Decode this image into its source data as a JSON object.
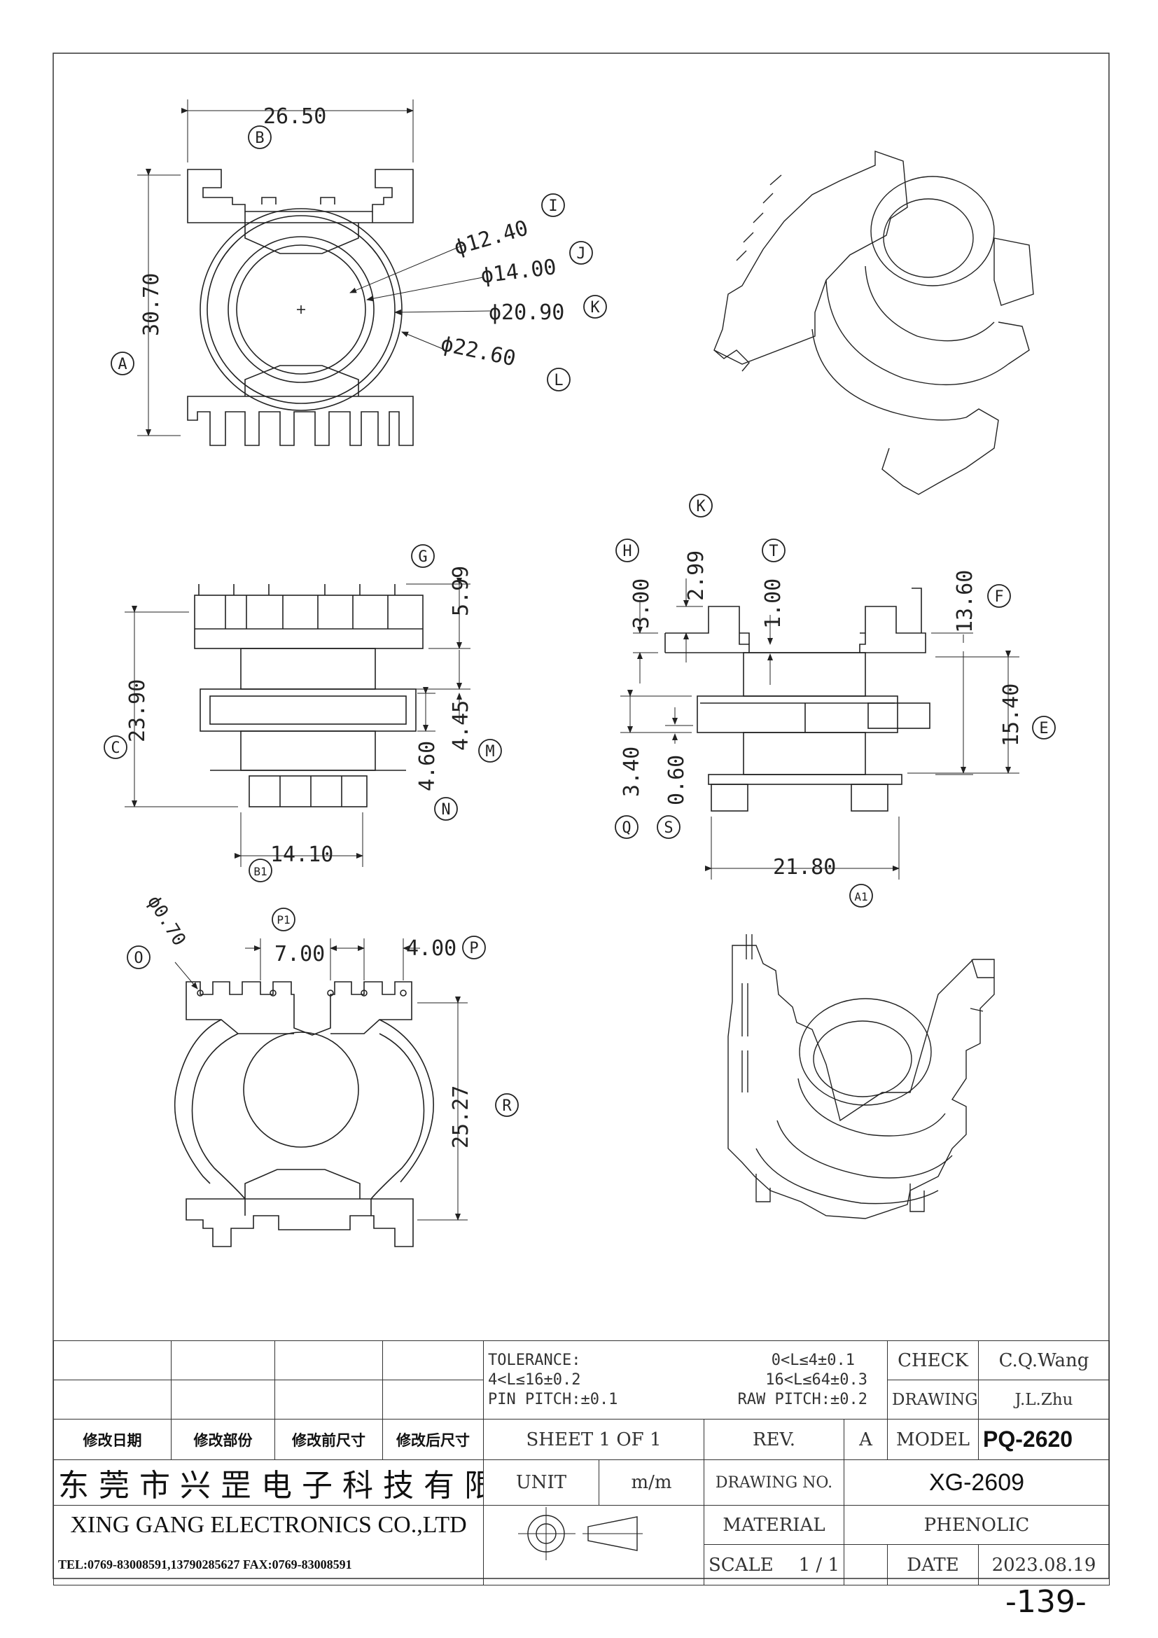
{
  "labels": {
    "B": "B",
    "A": "A",
    "I": "I",
    "J": "J",
    "K": "K",
    "L": "L",
    "G": "G",
    "C": "C",
    "M": "M",
    "N": "N",
    "B1": "B1",
    "K2": "K",
    "H": "H",
    "T": "T",
    "F": "F",
    "E": "E",
    "Q": "Q",
    "S": "S",
    "A1": "A1",
    "O": "O",
    "P1": "P1",
    "P": "P",
    "R": "R"
  },
  "dims": {
    "w_top": "26.50",
    "h_top": "30.70",
    "d1": "ϕ12.40",
    "d2": "ϕ14.00",
    "d3": "ϕ20.90",
    "d4": "ϕ22.60",
    "g": "5.99",
    "c": "23.90",
    "m": "4.45",
    "n": "4.60",
    "b1": "14.10",
    "h": "3.00",
    "k": "2.99",
    "t": "1.00",
    "f": "13.60",
    "e": "15.40",
    "q": "3.40",
    "s": "0.60",
    "a1": "21.80",
    "o": "ϕ0.70",
    "p1": "7.00",
    "p": "4.00",
    "r": "25.27"
  },
  "titleblock": {
    "tol_head": "TOLERANCE:",
    "tol1": "0<L≤4±0.1",
    "tol2": "4<L≤16±0.2",
    "tol3": "16<L≤64±0.3",
    "tol4": "PIN PITCH:±0.1",
    "tol5": "RAW PITCH:±0.2",
    "check_label": "CHECK",
    "check_value": "C.Q.Wang",
    "drawing_label": "DRAWING",
    "drawing_value": "J.L.Zhu",
    "rev_h1": "修改日期",
    "rev_h2": "修改部份",
    "rev_h3": "修改前尺寸",
    "rev_h4": "修改后尺寸",
    "sheet": "SHEET 1 OF 1",
    "rev_label": "REV.",
    "rev_value": "A",
    "model_label": "MODEL",
    "model_value": "PQ-2620",
    "company_cn": "东莞市兴罡电子科技有限公司",
    "company_en": "XING GANG ELECTRONICS CO.,LTD",
    "tel": "TEL:0769-83008591,13790285627 FAX:0769-83008591",
    "unit_label": "UNIT",
    "unit_value": "m/m",
    "dwgno_label": "DRAWING NO.",
    "dwgno_value": "XG-2609",
    "material_label": "MATERIAL",
    "material_value": "PHENOLIC",
    "scale_label": "SCALE",
    "scale_value": "1 / 1",
    "date_label": "DATE",
    "date_value": "2023.08.19"
  },
  "page_number": "-139-"
}
